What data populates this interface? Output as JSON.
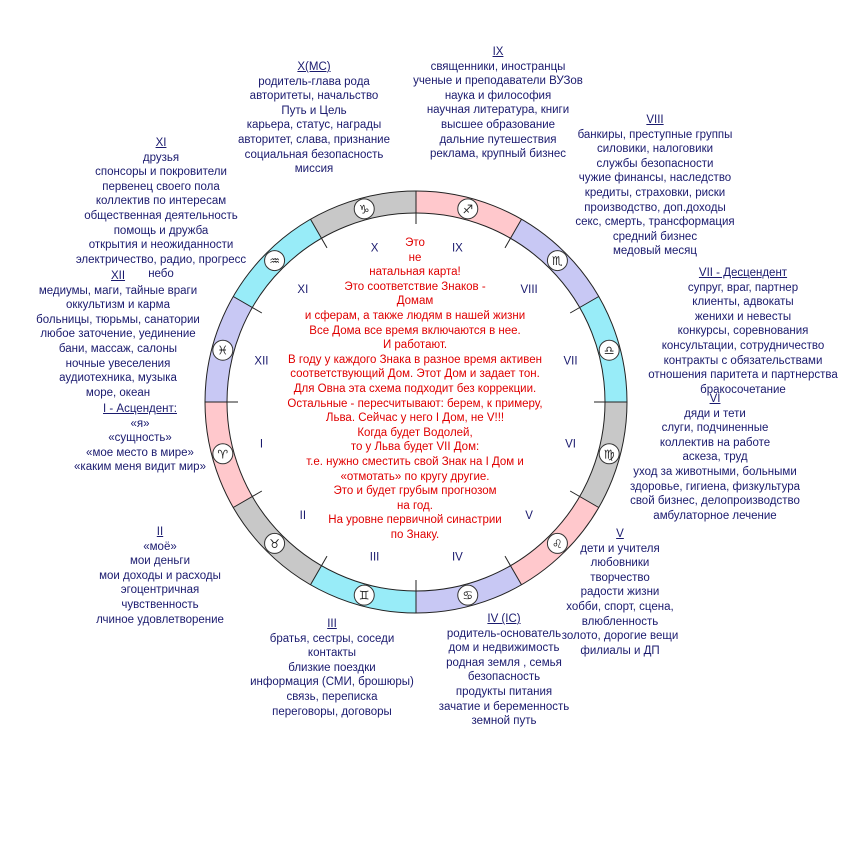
{
  "colors": {
    "pink": "#ffc8cc",
    "gray": "#c8c8c8",
    "lavender": "#c8c8f4",
    "cyan": "#98ecf8",
    "text": "#1a1a6e",
    "center_text": "#e00000"
  },
  "houses": [
    {
      "num": "I",
      "color": "pink",
      "sign": "aries",
      "glyph": "♈"
    },
    {
      "num": "II",
      "color": "gray",
      "sign": "taurus",
      "glyph": "♉"
    },
    {
      "num": "III",
      "color": "cyan",
      "sign": "gemini",
      "glyph": "♊"
    },
    {
      "num": "IV",
      "color": "lavender",
      "sign": "cancer",
      "glyph": "♋"
    },
    {
      "num": "V",
      "color": "pink",
      "sign": "leo",
      "glyph": "♌"
    },
    {
      "num": "VI",
      "color": "gray",
      "sign": "virgo",
      "glyph": "♍"
    },
    {
      "num": "VII",
      "color": "cyan",
      "sign": "libra",
      "glyph": "♎"
    },
    {
      "num": "VIII",
      "color": "lavender",
      "sign": "scorpio",
      "glyph": "♏"
    },
    {
      "num": "IX",
      "color": "pink",
      "sign": "sagittarius",
      "glyph": "♐"
    },
    {
      "num": "X",
      "color": "gray",
      "sign": "capricorn",
      "glyph": "♑"
    },
    {
      "num": "XI",
      "color": "cyan",
      "sign": "aquarius",
      "glyph": "♒"
    },
    {
      "num": "XII",
      "color": "lavender",
      "sign": "pisces",
      "glyph": "♓"
    }
  ],
  "descriptions": {
    "house1": {
      "title": "I - Асцендент:",
      "lines": [
        "«я»",
        "«сущность»",
        "«мое место в мире»",
        "«каким меня видит мир»"
      ]
    },
    "house2": {
      "title": "II",
      "lines": [
        "«моё»",
        "мои деньги",
        "мои доходы и расходы",
        "эгоцентричная",
        "чувственность",
        "лчиное удовлетворение"
      ]
    },
    "house3": {
      "title": "III",
      "lines": [
        "братья, сестры, соседи",
        "контакты",
        "близкие поездки",
        "информация (СМИ, брошюры)",
        "связь, переписка",
        "переговоры, договоры"
      ]
    },
    "house4": {
      "title": "IV (IC)",
      "lines": [
        "родитель-основатель",
        "дом и недвижимость",
        "родная земля , семья",
        "безопасность",
        "продукты питания",
        "зачатие и беременность",
        "земной путь"
      ]
    },
    "house5": {
      "title": "V",
      "lines": [
        "дети и учителя",
        "любовники",
        "творчество",
        "радости жизни",
        "хобби, спорт, сцена,",
        "влюбленность",
        "золото, дорогие вещи",
        "филиалы и ДП"
      ]
    },
    "house6": {
      "title": "VI",
      "lines": [
        "дяди и тети",
        "слуги, подчиненные",
        "коллектив на работе",
        "аскеза, труд",
        "уход за животными, больными",
        "здоровье, гигиена, физкультура",
        "свой бизнес, делопроизводство",
        "амбулаторное лечение"
      ]
    },
    "house7": {
      "title": "VII - Десцендент",
      "lines": [
        "супруг, враг, партнер",
        "клиенты, адвокаты",
        "женихи и невесты",
        "конкурсы, соревнования",
        "консультации, сотрудничество",
        "контракты с обязательствами",
        "отношения паритета и партнерства",
        "бракосочетание"
      ]
    },
    "house8": {
      "title": "VIII",
      "lines": [
        "банкиры, преступные группы",
        "силовики, налоговики",
        "службы безопасности",
        "чужие финансы, наследство",
        "кредиты, страховки, риски",
        "производство, доп.доходы",
        "секс, смерть, трансформация",
        "средний бизнес",
        "медовый месяц"
      ]
    },
    "house9": {
      "title": "IX",
      "lines": [
        "священники, иностранцы",
        "ученые и преподаватели ВУЗов",
        "наука и философия",
        "научная литература, книги",
        "высшее образование",
        "дальние путешествия",
        "реклама, крупный бизнес"
      ]
    },
    "house10": {
      "title": "X(MC)",
      "lines": [
        "родитель-глава рода",
        "авторитеты, начальство",
        "Путь и Цель",
        "карьера, статус, награды",
        "авторитет, слава, признание",
        "социальная безопасность",
        "миссия"
      ]
    },
    "house11": {
      "title": "XI",
      "lines": [
        "друзья",
        "спонсоры и покровители",
        "первенец своего пола",
        "коллектив по интересам",
        "общественная деятельность",
        "помощь и дружба",
        "открытия и неожиданности",
        "электричество, радио, прогресс",
        "небо"
      ]
    },
    "house12": {
      "title": "XII",
      "lines": [
        "медиумы, маги, тайные враги",
        "оккультизм и карма",
        "больницы, тюрьмы, санатории",
        "любое заточение, уединение",
        "бани, массаж, салоны",
        "ночные увеселения",
        "аудиотехника, музыка",
        "море, океан"
      ]
    }
  },
  "center_lines": [
    "Это",
    "не",
    "натальная карта!",
    "Это соответствие Знаков -",
    "Домам",
    "и сферам, а также людям в нашей жизни",
    "Все Дома все время включаются в нее.",
    "И работают.",
    "В году у каждого Знака в разное время активен",
    "соответствующий Дом. Этот Дом и задает тон.",
    "Для Овна эта схема подходит без коррекции.",
    "Остальные - пересчитывают: берем, к примеру,",
    "Льва. Сейчас у него I Дом, не V!!!",
    "Когда будет Водолей,",
    "то у Льва будет VII Дом:",
    "т.е. нужно сместить свой Знак на I Дом и",
    "«отмотать» по кругу другие.",
    "Это и будет грубым прогнозом",
    "на год.",
    "На уровне первичной синастрии",
    "по Знаку."
  ]
}
